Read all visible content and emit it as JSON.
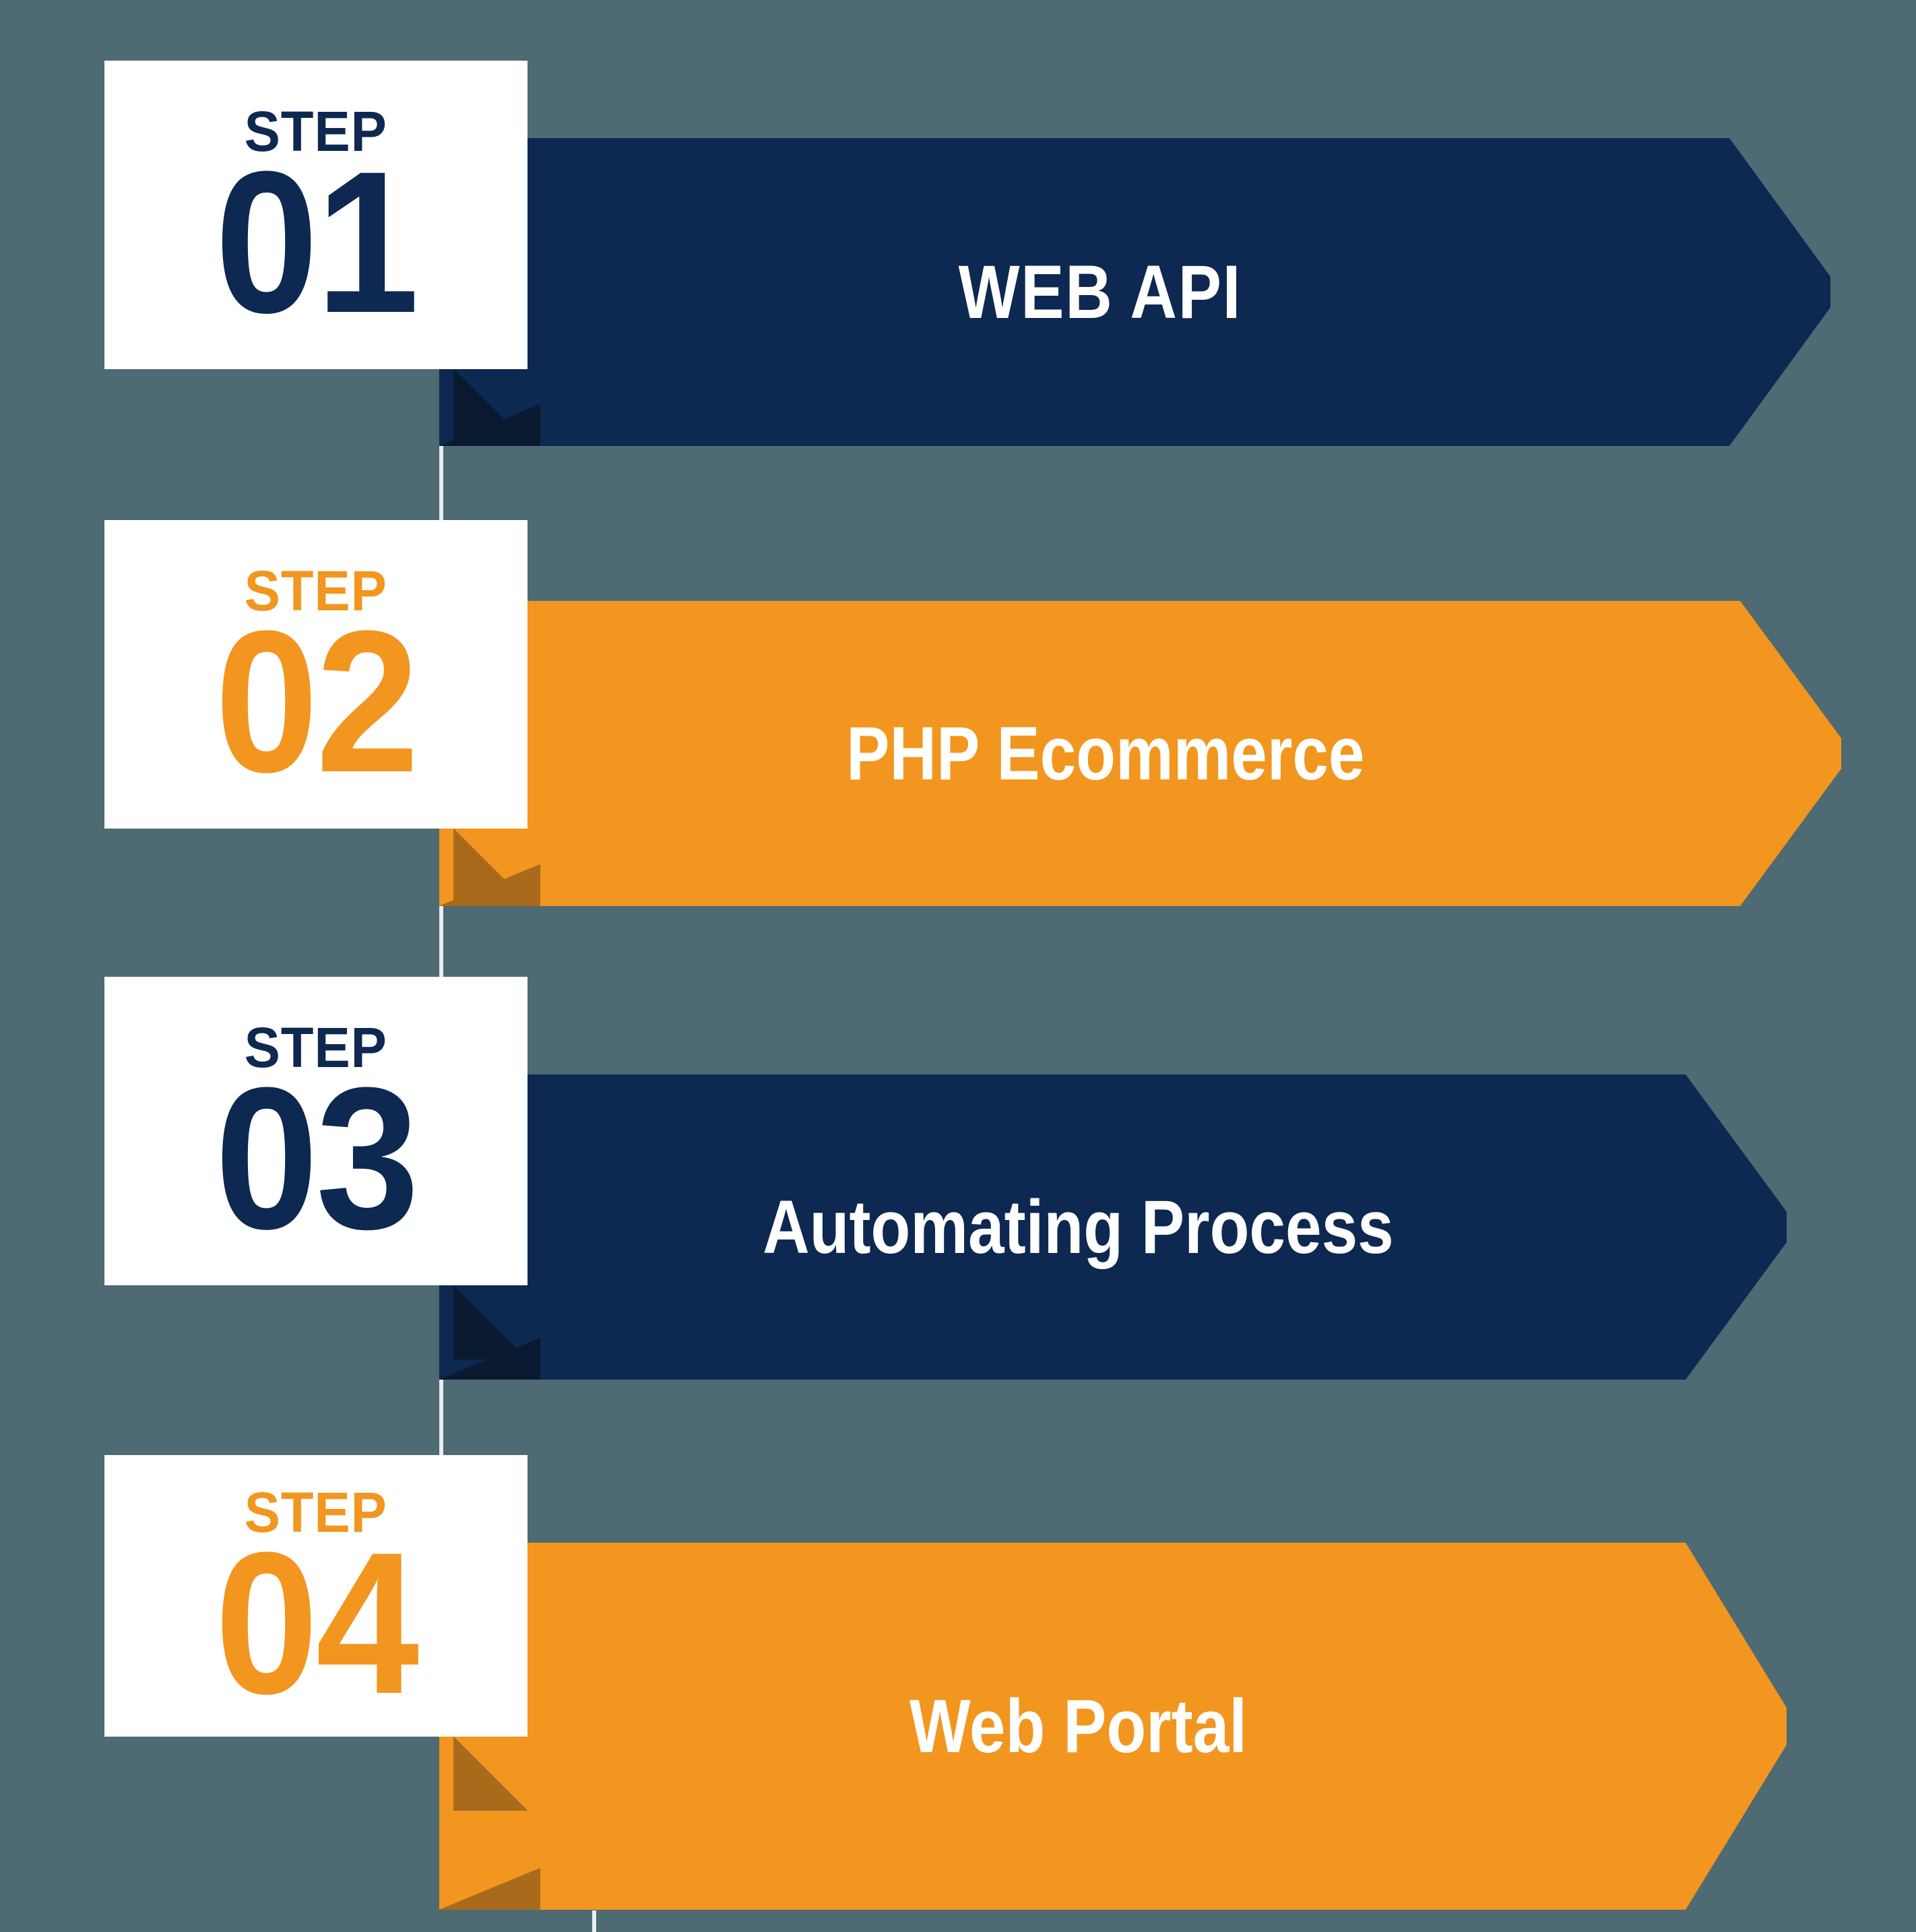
{
  "theme": {
    "background": "#4e6a72",
    "navy": "#0d2851",
    "orange": "#f2961f",
    "card_bg": "#ffffff",
    "label_color": "#ffffff"
  },
  "steps": [
    {
      "step_word": "STEP",
      "step_number": "01",
      "title": "WEB API",
      "color": "#0d2851",
      "accent": "navy"
    },
    {
      "step_word": "STEP",
      "step_number": "02",
      "title": "PHP Ecommerce",
      "color": "#f2961f",
      "accent": "orange"
    },
    {
      "step_word": "STEP",
      "step_number": "03",
      "title": "Automating Process",
      "color": "#0d2851",
      "accent": "navy"
    },
    {
      "step_word": "STEP",
      "step_number": "04",
      "title": "Web Portal",
      "color": "#f2961f",
      "accent": "orange"
    }
  ]
}
